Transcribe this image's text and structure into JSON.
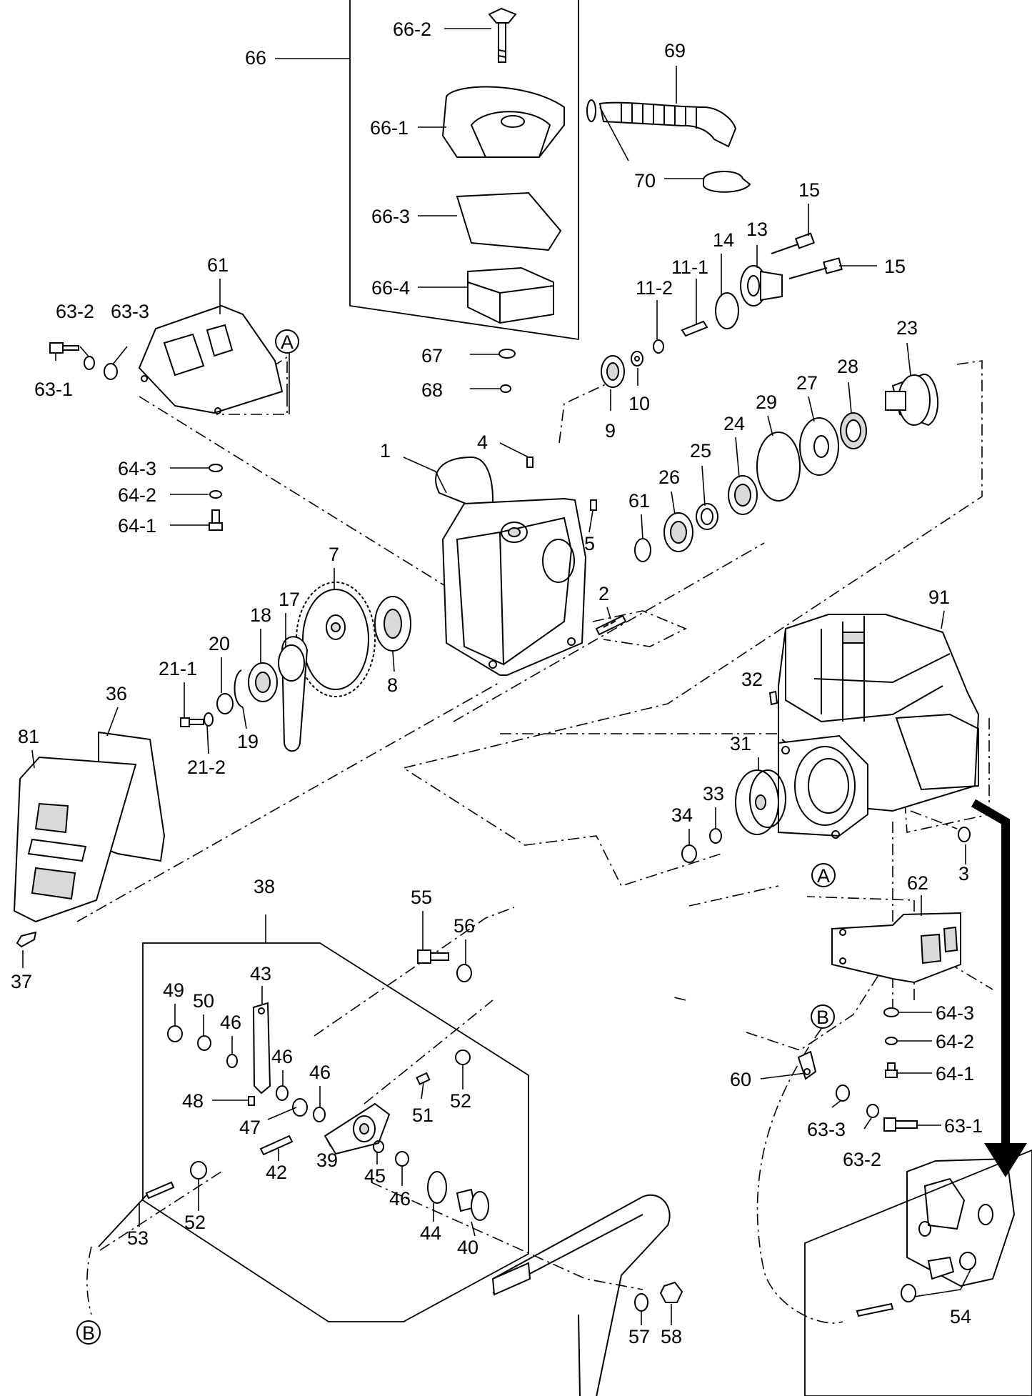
{
  "diagram": {
    "labels": [
      "66",
      "66-2",
      "66-1",
      "66-3",
      "66-4",
      "69",
      "70",
      "67",
      "68",
      "15",
      "13",
      "14",
      "11-1",
      "11-2",
      "9",
      "10",
      "23",
      "28",
      "27",
      "29",
      "24",
      "25",
      "26",
      "61",
      "63-2",
      "63-3",
      "63-1",
      "A",
      "64-3",
      "64-2",
      "64-1",
      "1",
      "4",
      "5",
      "7",
      "2",
      "17",
      "18",
      "20",
      "21-1",
      "21-2",
      "19",
      "8",
      "36",
      "81",
      "37",
      "91",
      "32",
      "31",
      "33",
      "34",
      "3",
      "38",
      "55",
      "56",
      "49",
      "50",
      "43",
      "46",
      "48",
      "47",
      "51",
      "52",
      "39",
      "45",
      "44",
      "42",
      "40",
      "53",
      "57",
      "58",
      "B",
      "62",
      "60",
      "63-3",
      "63-1",
      "63-2",
      "54"
    ],
    "callouts": {
      "A_top": "A",
      "A_bottom": "A",
      "B_top": "B",
      "B_bottom": "B"
    },
    "colors": {
      "ink": "#000000",
      "paper": "#ffffff",
      "shade": "#d9d9d9"
    }
  }
}
